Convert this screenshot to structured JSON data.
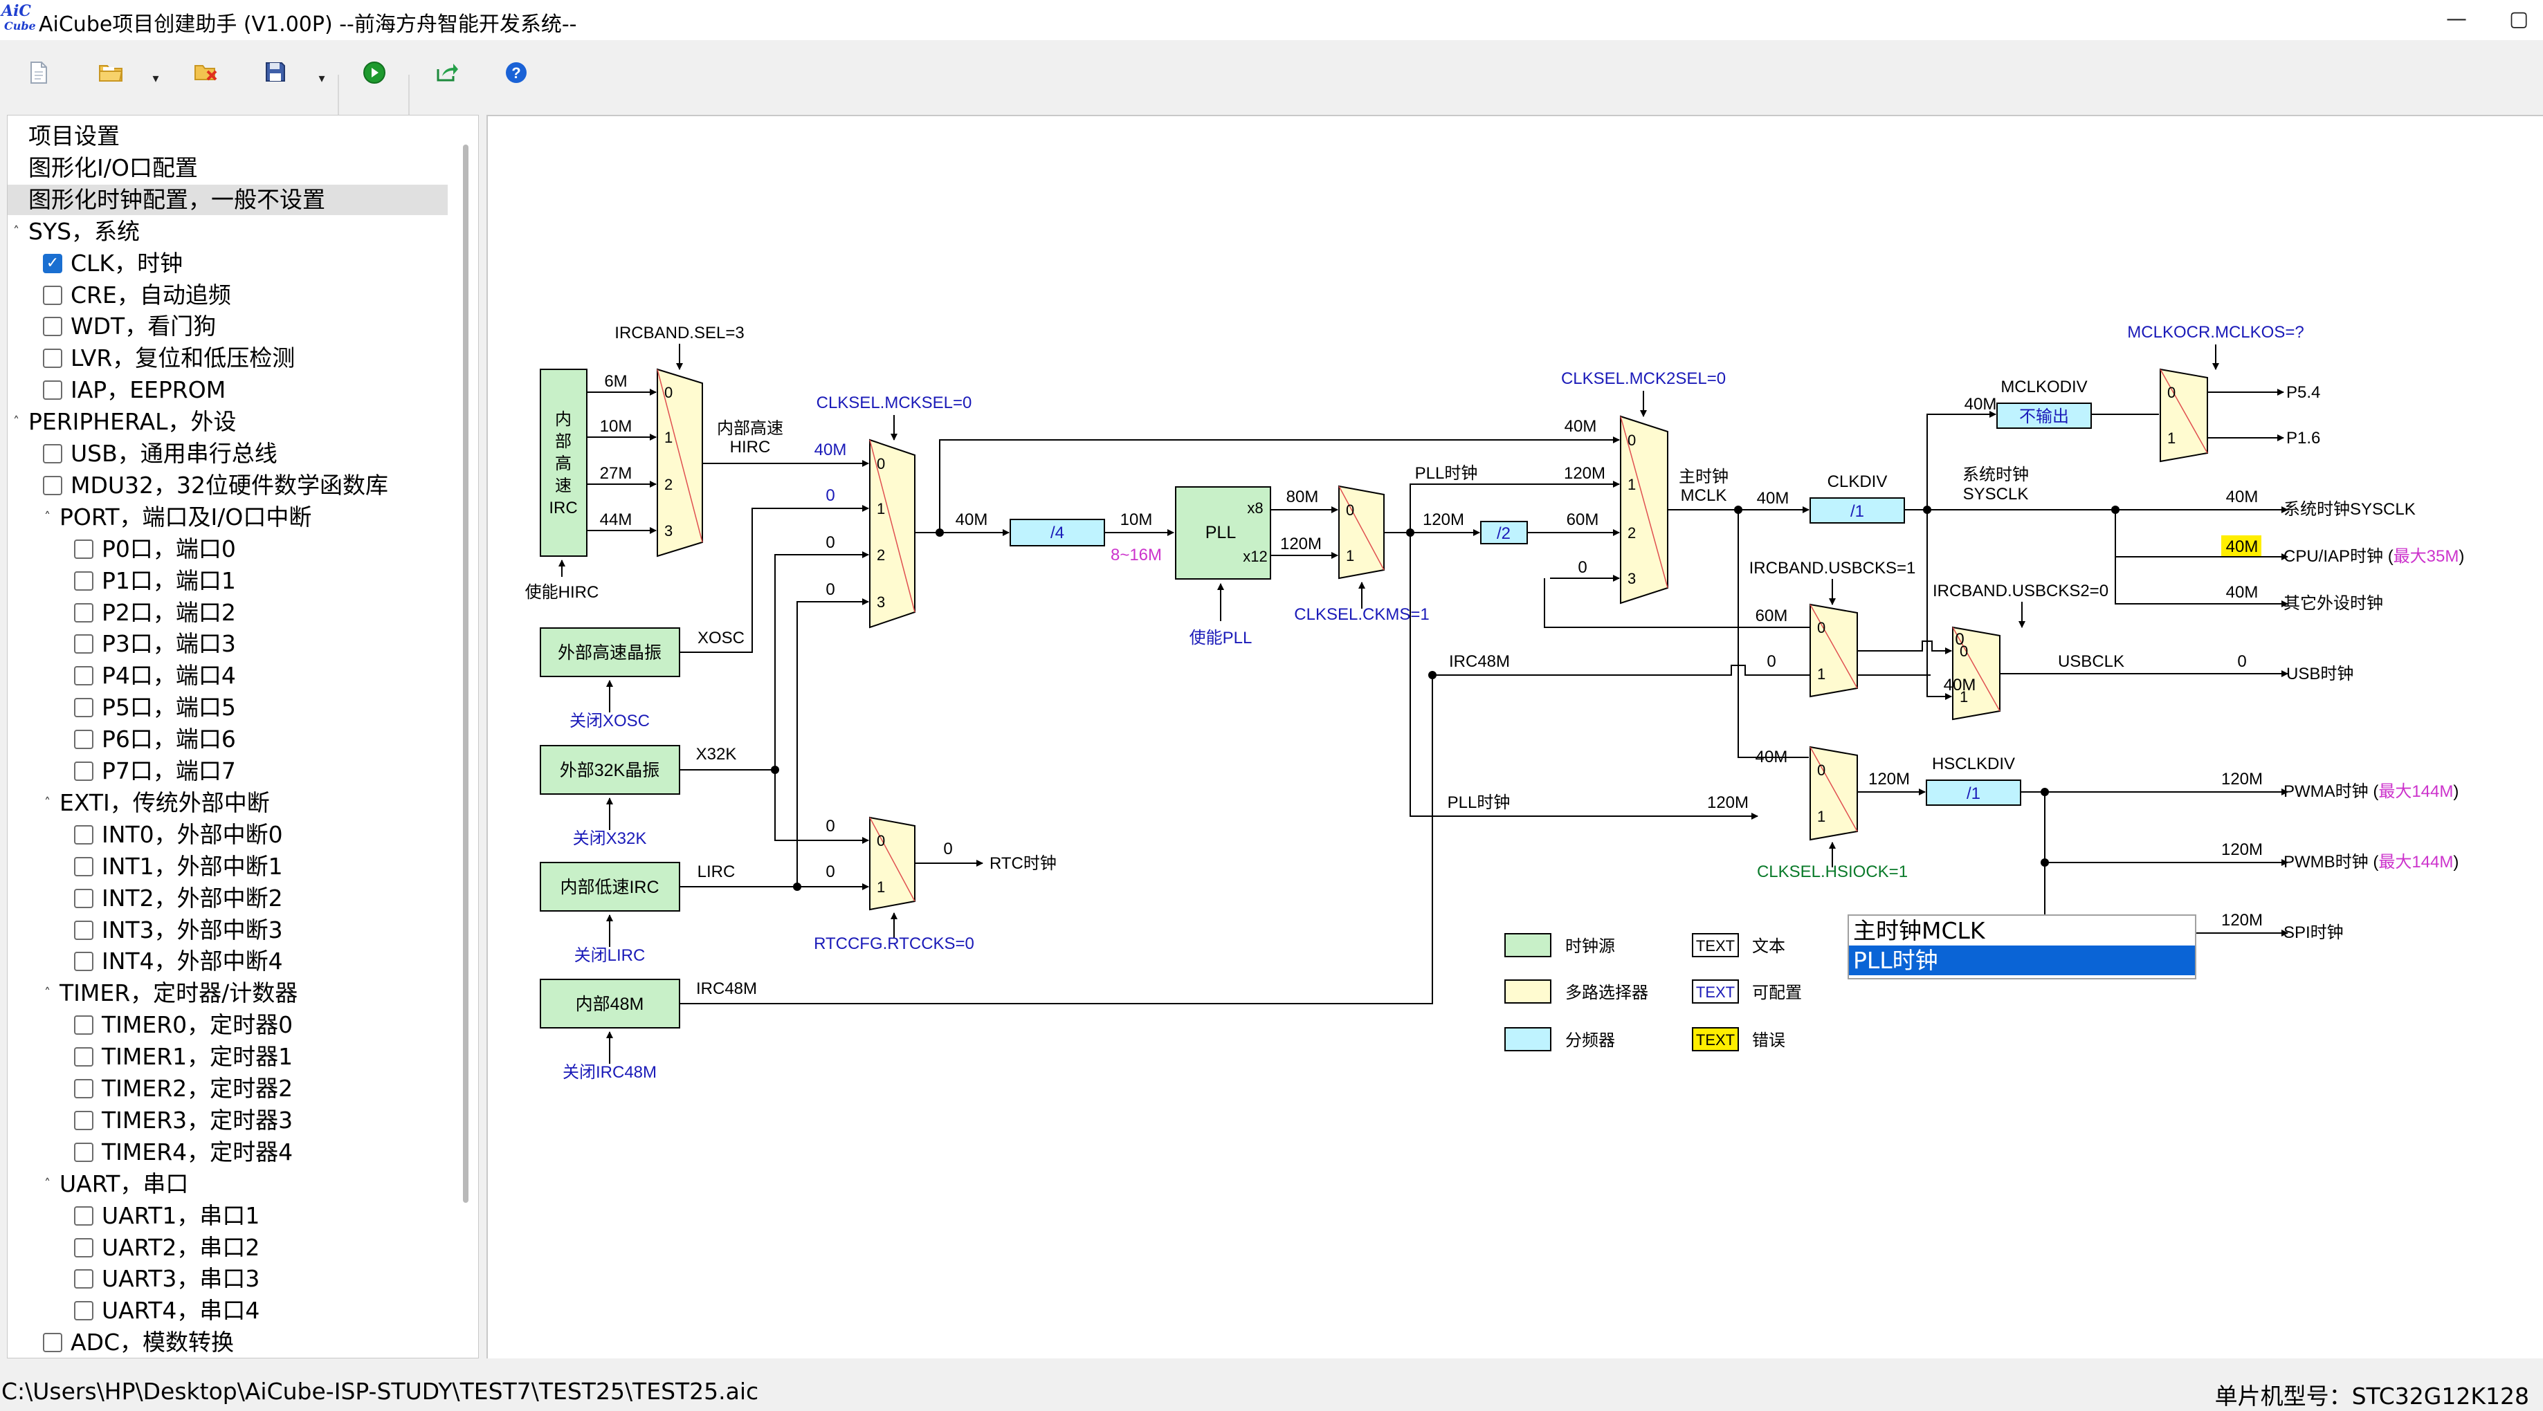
{
  "window": {
    "logo_top": "AiC",
    "logo_bottom": "Cube",
    "title": "AiCube项目创建助手 (V1.00P) --前海方舟智能开发系统--",
    "minimize_glyph": "—",
    "maximize_glyph": "▢"
  },
  "toolbar": {
    "buttons": [
      "new-file-icon",
      "open-folder-icon",
      "dropdown-arrow",
      "clear-icon",
      "save-icon",
      "dropdown-arrow",
      "run-icon",
      "export-icon",
      "help-icon"
    ],
    "help_glyph": "?",
    "dropdown_glyph": "▾"
  },
  "tree": {
    "items": [
      {
        "label": "项目设置",
        "level": 0,
        "type": "plain"
      },
      {
        "label": "图形化I/O口配置",
        "level": 0,
        "type": "plain"
      },
      {
        "label": "图形化时钟配置，一般不设置",
        "level": 0,
        "type": "plain",
        "selected": true
      },
      {
        "label": "SYS，系统",
        "level": 0,
        "type": "group"
      },
      {
        "label": "CLK，时钟",
        "level": 1,
        "type": "check",
        "checked": true
      },
      {
        "label": "CRE，自动追频",
        "level": 1,
        "type": "check"
      },
      {
        "label": "WDT，看门狗",
        "level": 1,
        "type": "check"
      },
      {
        "label": "LVR，复位和低压检测",
        "level": 1,
        "type": "check"
      },
      {
        "label": "IAP，EEPROM",
        "level": 1,
        "type": "check"
      },
      {
        "label": "PERIPHERAL，外设",
        "level": 0,
        "type": "group"
      },
      {
        "label": "USB，通用串行总线",
        "level": 1,
        "type": "check"
      },
      {
        "label": "MDU32，32位硬件数学函数库",
        "level": 1,
        "type": "check"
      },
      {
        "label": "PORT，端口及I/O口中断",
        "level": 1,
        "type": "group"
      },
      {
        "label": "P0口，端口0",
        "level": 2,
        "type": "check"
      },
      {
        "label": "P1口，端口1",
        "level": 2,
        "type": "check"
      },
      {
        "label": "P2口，端口2",
        "level": 2,
        "type": "check"
      },
      {
        "label": "P3口，端口3",
        "level": 2,
        "type": "check"
      },
      {
        "label": "P4口，端口4",
        "level": 2,
        "type": "check"
      },
      {
        "label": "P5口，端口5",
        "level": 2,
        "type": "check"
      },
      {
        "label": "P6口，端口6",
        "level": 2,
        "type": "check"
      },
      {
        "label": "P7口，端口7",
        "level": 2,
        "type": "check"
      },
      {
        "label": "EXTI，传统外部中断",
        "level": 1,
        "type": "group"
      },
      {
        "label": "INT0，外部中断0",
        "level": 2,
        "type": "check"
      },
      {
        "label": "INT1，外部中断1",
        "level": 2,
        "type": "check"
      },
      {
        "label": "INT2，外部中断2",
        "level": 2,
        "type": "check"
      },
      {
        "label": "INT3，外部中断3",
        "level": 2,
        "type": "check"
      },
      {
        "label": "INT4，外部中断4",
        "level": 2,
        "type": "check"
      },
      {
        "label": "TIMER，定时器/计数器",
        "level": 1,
        "type": "group"
      },
      {
        "label": "TIMER0，定时器0",
        "level": 2,
        "type": "check"
      },
      {
        "label": "TIMER1，定时器1",
        "level": 2,
        "type": "check"
      },
      {
        "label": "TIMER2，定时器2",
        "level": 2,
        "type": "check"
      },
      {
        "label": "TIMER3，定时器3",
        "level": 2,
        "type": "check"
      },
      {
        "label": "TIMER4，定时器4",
        "level": 2,
        "type": "check"
      },
      {
        "label": "UART，串口",
        "level": 1,
        "type": "group"
      },
      {
        "label": "UART1，串口1",
        "level": 2,
        "type": "check"
      },
      {
        "label": "UART2，串口2",
        "level": 2,
        "type": "check"
      },
      {
        "label": "UART3，串口3",
        "level": 2,
        "type": "check"
      },
      {
        "label": "UART4，串口4",
        "level": 2,
        "type": "check"
      },
      {
        "label": "ADC，模数转换",
        "level": 1,
        "type": "check"
      }
    ],
    "check_glyph": "✓",
    "collapse_glyph": "˄"
  },
  "diagram": {
    "sources": {
      "irc_lines": [
        "内",
        "部",
        "高",
        "速",
        "IRC"
      ],
      "xosc": "外部高速晶振",
      "x32k": "外部32K晶振",
      "lirc": "内部低速IRC",
      "irc48m": "内部48M"
    },
    "source_enables": {
      "hirc": "使能HIRC",
      "xosc": "关闭XOSC",
      "x32k": "关闭X32K",
      "lirc": "关闭LIRC",
      "irc48m": "关闭IRC48M"
    },
    "labels": {
      "ircband_sel": "IRCBAND.SEL=3",
      "f6m": "6M",
      "f10m": "10M",
      "f27m": "27M",
      "f44m": "44M",
      "hirc_line1": "内部高速",
      "hirc_line2": "HIRC",
      "clksel_mcksel": "CLKSEL.MCKSEL=0",
      "mck_in0": "40M",
      "mck_in1": "0",
      "mck_in2": "0",
      "mck_in3": "0",
      "xosc_sig": "XOSC",
      "x32k_sig": "X32K",
      "lirc_sig": "LIRC",
      "irc48m_sig": "IRC48M",
      "pre_div_in": "40M",
      "div4": "/4",
      "div4_out": "10M",
      "div4_range": "8~16M",
      "pll": "PLL",
      "pll_x8": "x8",
      "pll_x12": "x12",
      "pll_enable": "使能PLL",
      "pll_80m": "80M",
      "pll_120m": "120M",
      "clksel_ckms": "CLKSEL.CKMS=1",
      "pll_clk_top": "PLL时钟",
      "pll_clk_bottom": "PLL时钟",
      "ckms_out": "120M",
      "div2": "/2",
      "clksel_mck2sel": "CLKSEL.MCK2SEL=0",
      "mck2_in0": "40M",
      "mck2_in1": "120M",
      "mck2_in2": "60M",
      "mck2_in3": "0",
      "irc48m_bus": "IRC48M",
      "main_clk_line1": "主时钟",
      "main_clk_line2": "MCLK",
      "mclk_val": "40M",
      "clkdiv": "CLKDIV",
      "clkdiv_val": "/1",
      "mclkodiv": "MCLKODIV",
      "mclkodiv_val": "不输出",
      "mclkodiv_in": "40M",
      "mclkocr": "MCLKOCR.MCLKOS=?",
      "p54": "P5.4",
      "p16": "P1.6",
      "sysclk_line1": "系统时钟",
      "sysclk_line2": "SYSCLK",
      "sys_out_val": "40M",
      "sys_out_label": "系统时钟SYSCLK",
      "cpu_val": "40M",
      "cpu_label": "CPU/IAP时钟 (",
      "cpu_max": "最大35M",
      "cpu_close": ")",
      "other_val": "40M",
      "other_label": "其它外设时钟",
      "ircband_usbcks": "IRCBAND.USBCKS=1",
      "usb1_in0": "60M",
      "usb1_in1": "0",
      "ircband_usbcks2": "IRCBAND.USBCKS2=0",
      "usb2_in0": "0",
      "usb2_in1": "40M",
      "usbclk": "USBCLK",
      "usb_val": "0",
      "usb_label": "USB时钟",
      "hs_in0": "40M",
      "hs_in1": "120M",
      "hs_out": "120M",
      "hsclkdiv": "HSCLKDIV",
      "hsclkdiv_val": "/1",
      "clksel_hsiock": "CLKSEL.HSIOCK=1",
      "pwma_val": "120M",
      "pwma_label": "PWMA时钟 (",
      "pwma_max": "最大144M",
      "pwma_close": ")",
      "pwmb_val": "120M",
      "pwmb_label": "PWMB时钟 (",
      "pwmb_max": "最大144M",
      "pwmb_close": ")",
      "spi_val": "120M",
      "spi_label": "SPI时钟",
      "rtc_in0": "0",
      "rtc_in1": "0",
      "rtc_out": "0",
      "rtc_label": "RTC时钟",
      "rtccfg": "RTCCFG.RTCCKS=0"
    },
    "legend": {
      "source": "时钟源",
      "mux": "多路选择器",
      "divider": "分频器",
      "text_sample": "TEXT",
      "text_label": "文本",
      "config_label": "可配置",
      "error_label": "错误"
    },
    "colors": {
      "source_fill": "#c8f0c8",
      "mux_fill": "#fffbd0",
      "divider_fill": "#bff3ff",
      "config_text": "#1a1ab8",
      "range_text": "#cc33cc",
      "highlight_text": "#0a7a2a",
      "error_fill": "#ffee00"
    }
  },
  "popup": {
    "items": [
      "主时钟MCLK",
      "PLL时钟"
    ],
    "selected_index": 1
  },
  "status": {
    "path": "C:\\Users\\HP\\Desktop\\AiCube-ISP-STUDY\\TEST7\\TEST25\\TEST25.aic",
    "chip": "单片机型号：STC32G12K128"
  }
}
